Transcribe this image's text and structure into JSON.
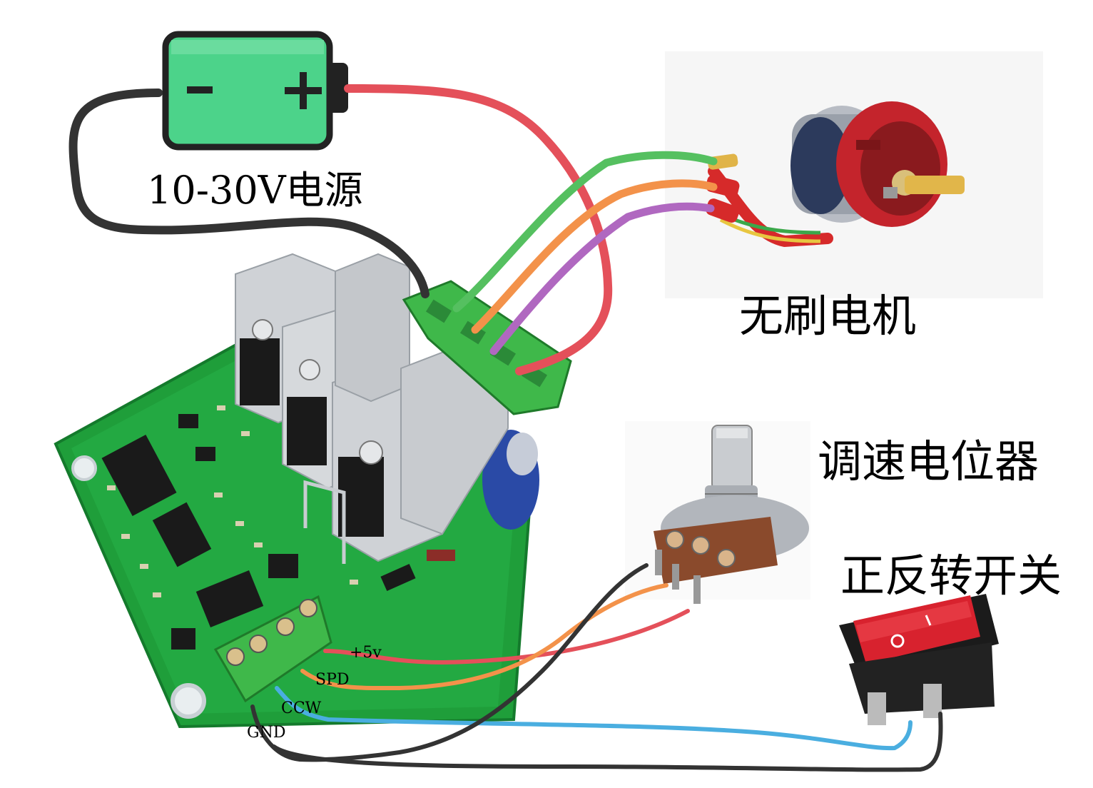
{
  "labels": {
    "power": "10-30V电源",
    "motor": "无刷电机",
    "pot": "调速电位器",
    "switch": "正反转开关"
  },
  "pins": {
    "vcc5": "+5v",
    "spd": "SPD",
    "ccw": "CCW",
    "gnd": "GND"
  },
  "battery": {
    "minus": "−",
    "plus": "+"
  },
  "colors": {
    "pcb": "#1f9e3a",
    "terminal": "#3fb84a",
    "battery": "#4cd38a",
    "wire_red": "#e4505a",
    "wire_black": "#333333",
    "wire_green": "#55c060",
    "wire_orange": "#f3924a",
    "wire_purple": "#b068c0",
    "wire_blue": "#4aaee0",
    "switch_red": "#d8222e",
    "motor_red": "#c4242c"
  }
}
